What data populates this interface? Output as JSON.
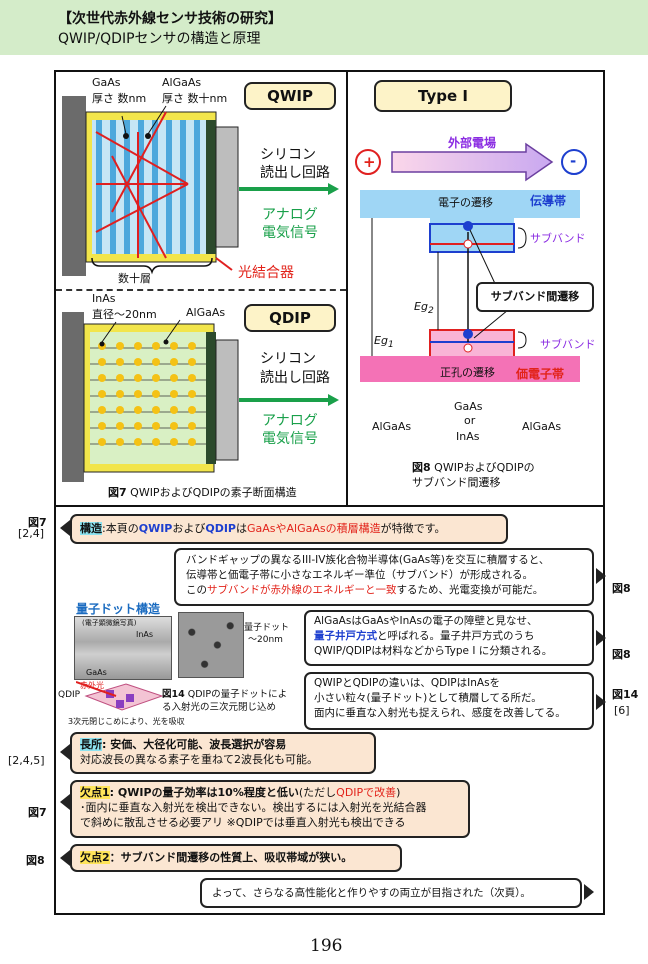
{
  "header": {
    "title": "【次世代赤外線センサ技術の研究】",
    "subtitle": "QWIP/QDIPセンサの構造と原理"
  },
  "qwip": {
    "label": "QWIP",
    "gaas": "GaAs",
    "gaas_thick": "厚さ 数nm",
    "algaas": "AlGaAs",
    "algaas_thick": "厚さ 数十nm",
    "readout_1": "シリコン",
    "readout_2": "読出し回路",
    "analog_1": "アナログ",
    "analog_2": "電気信号",
    "layers": "数十層",
    "coupler": "光結合器"
  },
  "qdip": {
    "label": "QDIP",
    "inas": "InAs",
    "inas_dia": "直径～20nm",
    "algaas": "AlGaAs",
    "readout_1": "シリコン",
    "readout_2": "読出し回路",
    "analog_1": "アナログ",
    "analog_2": "電気信号"
  },
  "fig7": {
    "num": "図7",
    "caption": "QWIPおよびQDIPの素子断面構造"
  },
  "typei": {
    "label": "Type I",
    "field": "外部電場",
    "plus": "+",
    "minus": "-",
    "electron": "電子の遷移",
    "conduction": "伝導帯",
    "subband_top": "サブバンド",
    "intersub": "サブバンド間遷移",
    "eg2": "Eg",
    "eg2_sub": "2",
    "eg1": "Eg",
    "eg1_sub": "1",
    "subband_bot": "サブバンド",
    "hole": "正孔の遷移",
    "valence": "価電子帯",
    "algaas_l": "AlGaAs",
    "mid_1": "GaAs",
    "mid_2": "or",
    "mid_3": "InAs",
    "algaas_r": "AlGaAs"
  },
  "fig8": {
    "num": "図8",
    "caption_1": "QWIPおよびQDIPの",
    "caption_2": "サブバンド間遷移"
  },
  "lower": {
    "ref1_fig": "図7",
    "ref1_cite": "[2,4]",
    "c1_tag": "構造",
    "c1_a": ":本頁の",
    "c1_b": "QWIP",
    "c1_c": "および",
    "c1_d": "QDIP",
    "c1_e": "は",
    "c1_f": "GaAsやAlGaAsの積層構造",
    "c1_g": "が特徴です。",
    "c2_1": "バンドギャップの異なるIII-IV族化合物半導体(GaAs等)を交互に積層すると、",
    "c2_2": "伝導帯と価電子帯に小さなエネルギー準位（サブバンド）が形成される。",
    "c2_3a": "この",
    "c2_3b": "サブバンドが赤外線のエネルギーと一致",
    "c2_3c": "するため、光電変換が可能だ。",
    "c2_ref": "図8",
    "qd_title": "量子ドット構造",
    "qd_micro": "(電子顕微鏡写真)",
    "qd_inas": "InAs",
    "qd_gaas": "GaAs",
    "qd_label": "QDIP",
    "qd_dot": "量子ドット",
    "qd_size": "～20nm",
    "qd_light": "赤外光",
    "qd_note": "3次元閉じこめにより、光を吸収",
    "fig14_num": "図14",
    "fig14_caption_1": "QDIPの量子ドットによ",
    "fig14_caption_2": "る入射光の三次元閉じ込め",
    "c3_1": "AlGaAsはGaAsやInAsの電子の障壁と見なせ、",
    "c3_2a": "量子井戸方式",
    "c3_2b": "と呼ばれる。量子井戸方式のうち",
    "c3_3": "QWIP/QDIPは材料などからType I に分類される。",
    "c3_ref": "図8",
    "c4_1": "QWIPとQDIPの違いは、QDIPはInAsを",
    "c4_2": "小さい粒々(量子ドット)として積層してる所だ。",
    "c4_3": "面内に垂直な入射光も捉えられ、感度を改善してる。",
    "c4_ref": "図14",
    "c4_cite": "[6]",
    "ref2_cite": "[2,4,5]",
    "c5_tag": "長所",
    "c5_a": ": 安価、大径化可能、波長選択が容易",
    "c5_b": "対応波長の異なる素子を重ねて2波長化も可能。",
    "ref3_fig": "図7",
    "c6_tag": "欠点1",
    "c6_a": ": QWIPの量子効率は10%程度と低い",
    "c6_b": "(ただし",
    "c6_c": "QDIPで改善",
    "c6_d": ")",
    "c6_2": "･面内に垂直な入射光を検出できない。検出するには入射光を光結合器",
    "c6_3": "で斜めに散乱させる必要アリ ※QDIPでは垂直入射光も検出できる",
    "ref4_fig": "図8",
    "c7_tag": "欠点2",
    "c7_a": "：サブバンド間遷移の性質上、吸収帯域が狭い。",
    "c8": "よって、さらなる高性能化と作りやすの両立が目指された（次頁）。"
  },
  "page_number": "196"
}
